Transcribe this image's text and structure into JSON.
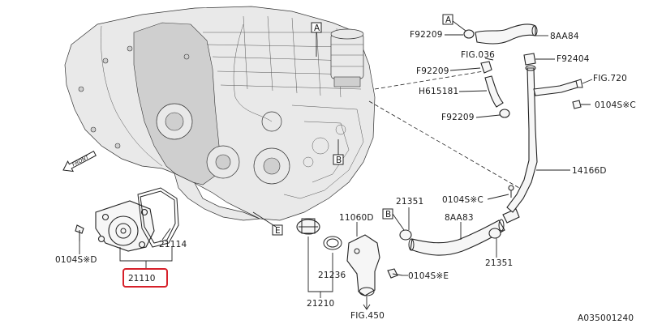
{
  "diagram": {
    "highlight_color": "#d6202a",
    "highlighted_part": "21110",
    "labels": {
      "l_21110": "21110",
      "l_21114": "21114",
      "l_0104SD": "0104S※D",
      "l_21351a": "21351",
      "l_21351b": "21351",
      "l_8AA83": "8AA83",
      "l_8AA84": "8AA84",
      "l_11060D": "11060D",
      "l_21236": "21236",
      "l_21210": "21210",
      "l_FIG450": "FIG.450",
      "l_0104SE": "0104S※E",
      "l_0104SC1": "0104S※C",
      "l_0104SC2": "0104S※C",
      "l_14166D": "14166D",
      "l_F92209a": "F92209",
      "l_F92209b": "F92209",
      "l_F92209c": "F92209",
      "l_FIG036": "FIG.036",
      "l_F92404": "F92404",
      "l_H615181": "H615181",
      "l_FIG720": "FIG.720",
      "l_front": "FRONT",
      "l_code": "A035001240"
    },
    "ref_boxes": {
      "A1": "A",
      "A2": "A",
      "B1": "B",
      "B2": "B",
      "E1": "E"
    }
  }
}
